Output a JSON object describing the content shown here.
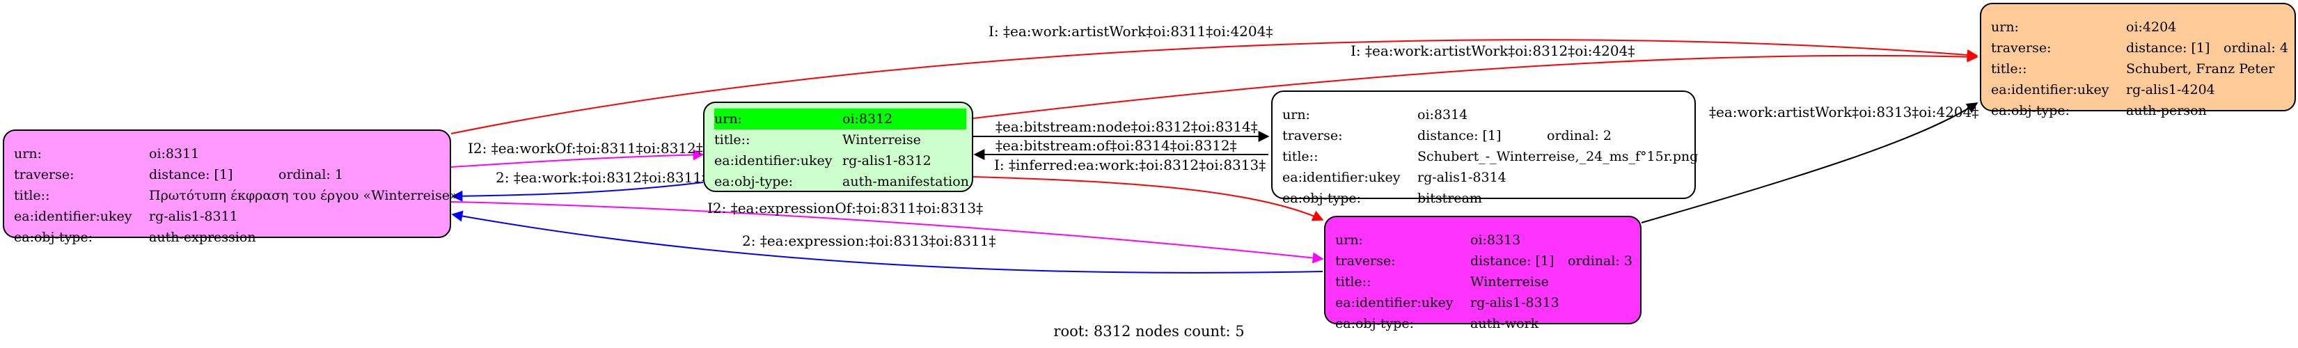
{
  "nodes": {
    "oi8311": {
      "color": "#ff99ff",
      "rows": [
        {
          "k": "urn:",
          "v": "oi:8311"
        },
        {
          "k": "traverse:",
          "v": "distance: [1]",
          "v2": "ordinal: 1"
        },
        {
          "k": "title::",
          "v": "Πρωτότυπη έκφραση του έργου «Winterreise»"
        },
        {
          "k": "ea:identifier:ukey",
          "v": "rg-alis1-8311"
        },
        {
          "k": "ea:obj-type:",
          "v": "auth-expression"
        }
      ]
    },
    "oi8312": {
      "color": "#ccffcc",
      "highlight": "#00ff00",
      "rows": [
        {
          "k": "urn:",
          "v": "oi:8312"
        },
        {
          "k": "title::",
          "v": "Winterreise"
        },
        {
          "k": "ea:identifier:ukey",
          "v": "rg-alis1-8312"
        },
        {
          "k": "ea:obj-type:",
          "v": "auth-manifestation"
        }
      ]
    },
    "oi8314": {
      "color": "#ffffff",
      "rows": [
        {
          "k": "urn:",
          "v": "oi:8314"
        },
        {
          "k": "traverse:",
          "v": "distance: [1]",
          "v2": "ordinal: 2"
        },
        {
          "k": "title::",
          "v": "Schubert_-_Winterreise,_24_ms_f°15r.png"
        },
        {
          "k": "ea:identifier:ukey",
          "v": "rg-alis1-8314"
        },
        {
          "k": "ea:obj-type:",
          "v": "bitstream"
        }
      ]
    },
    "oi8313": {
      "color": "#ff33ff",
      "rows": [
        {
          "k": "urn:",
          "v": "oi:8313"
        },
        {
          "k": "traverse:",
          "v": "distance: [1]",
          "v2": "ordinal: 3"
        },
        {
          "k": "title::",
          "v": "Winterreise"
        },
        {
          "k": "ea:identifier:ukey",
          "v": "rg-alis1-8313"
        },
        {
          "k": "ea:obj-type:",
          "v": "auth-work"
        }
      ]
    },
    "oi4204": {
      "color": "#ffcc99",
      "rows": [
        {
          "k": "urn:",
          "v": "oi:4204"
        },
        {
          "k": "traverse:",
          "v": "distance: [1]",
          "v2": "ordinal: 4"
        },
        {
          "k": "title::",
          "v": "Schubert, Franz Peter"
        },
        {
          "k": "ea:identifier:ukey",
          "v": "rg-alis1-4204"
        },
        {
          "k": "ea:obj-type:",
          "v": "auth-person"
        }
      ]
    }
  },
  "edges": {
    "work_artist_8311_4204": "I: ‡ea:work:artistWork‡oi:8311‡oi:4204‡",
    "work_artist_8312_4204": "I: ‡ea:work:artistWork‡oi:8312‡oi:4204‡",
    "work_artist_8313_4204": "‡ea:work:artistWork‡oi:8313‡oi:4204‡",
    "workOf_8311_8312": "I2: ‡ea:workOf:‡oi:8311‡oi:8312‡",
    "work_8312_8311": "2: ‡ea:work:‡oi:8312‡oi:8311‡",
    "bitstream_node_8312_8314": "‡ea:bitstream:node‡oi:8312‡oi:8314‡",
    "bitstream_of_8314_8312": "‡ea:bitstream:of‡oi:8314‡oi:8312‡",
    "inferred_work_8312_8313": "I: ‡inferred:ea:work:‡oi:8312‡oi:8313‡",
    "expressionOf_8311_8313": "I2: ‡ea:expressionOf:‡oi:8311‡oi:8313‡",
    "expression_8313_8311": "2: ‡ea:expression:‡oi:8313‡oi:8311‡"
  },
  "colors": {
    "red": "#ff0000",
    "magenta": "#ff00ff",
    "blue": "#0000ff",
    "black": "#000000"
  },
  "footer": "root: 8312 nodes count: 5"
}
